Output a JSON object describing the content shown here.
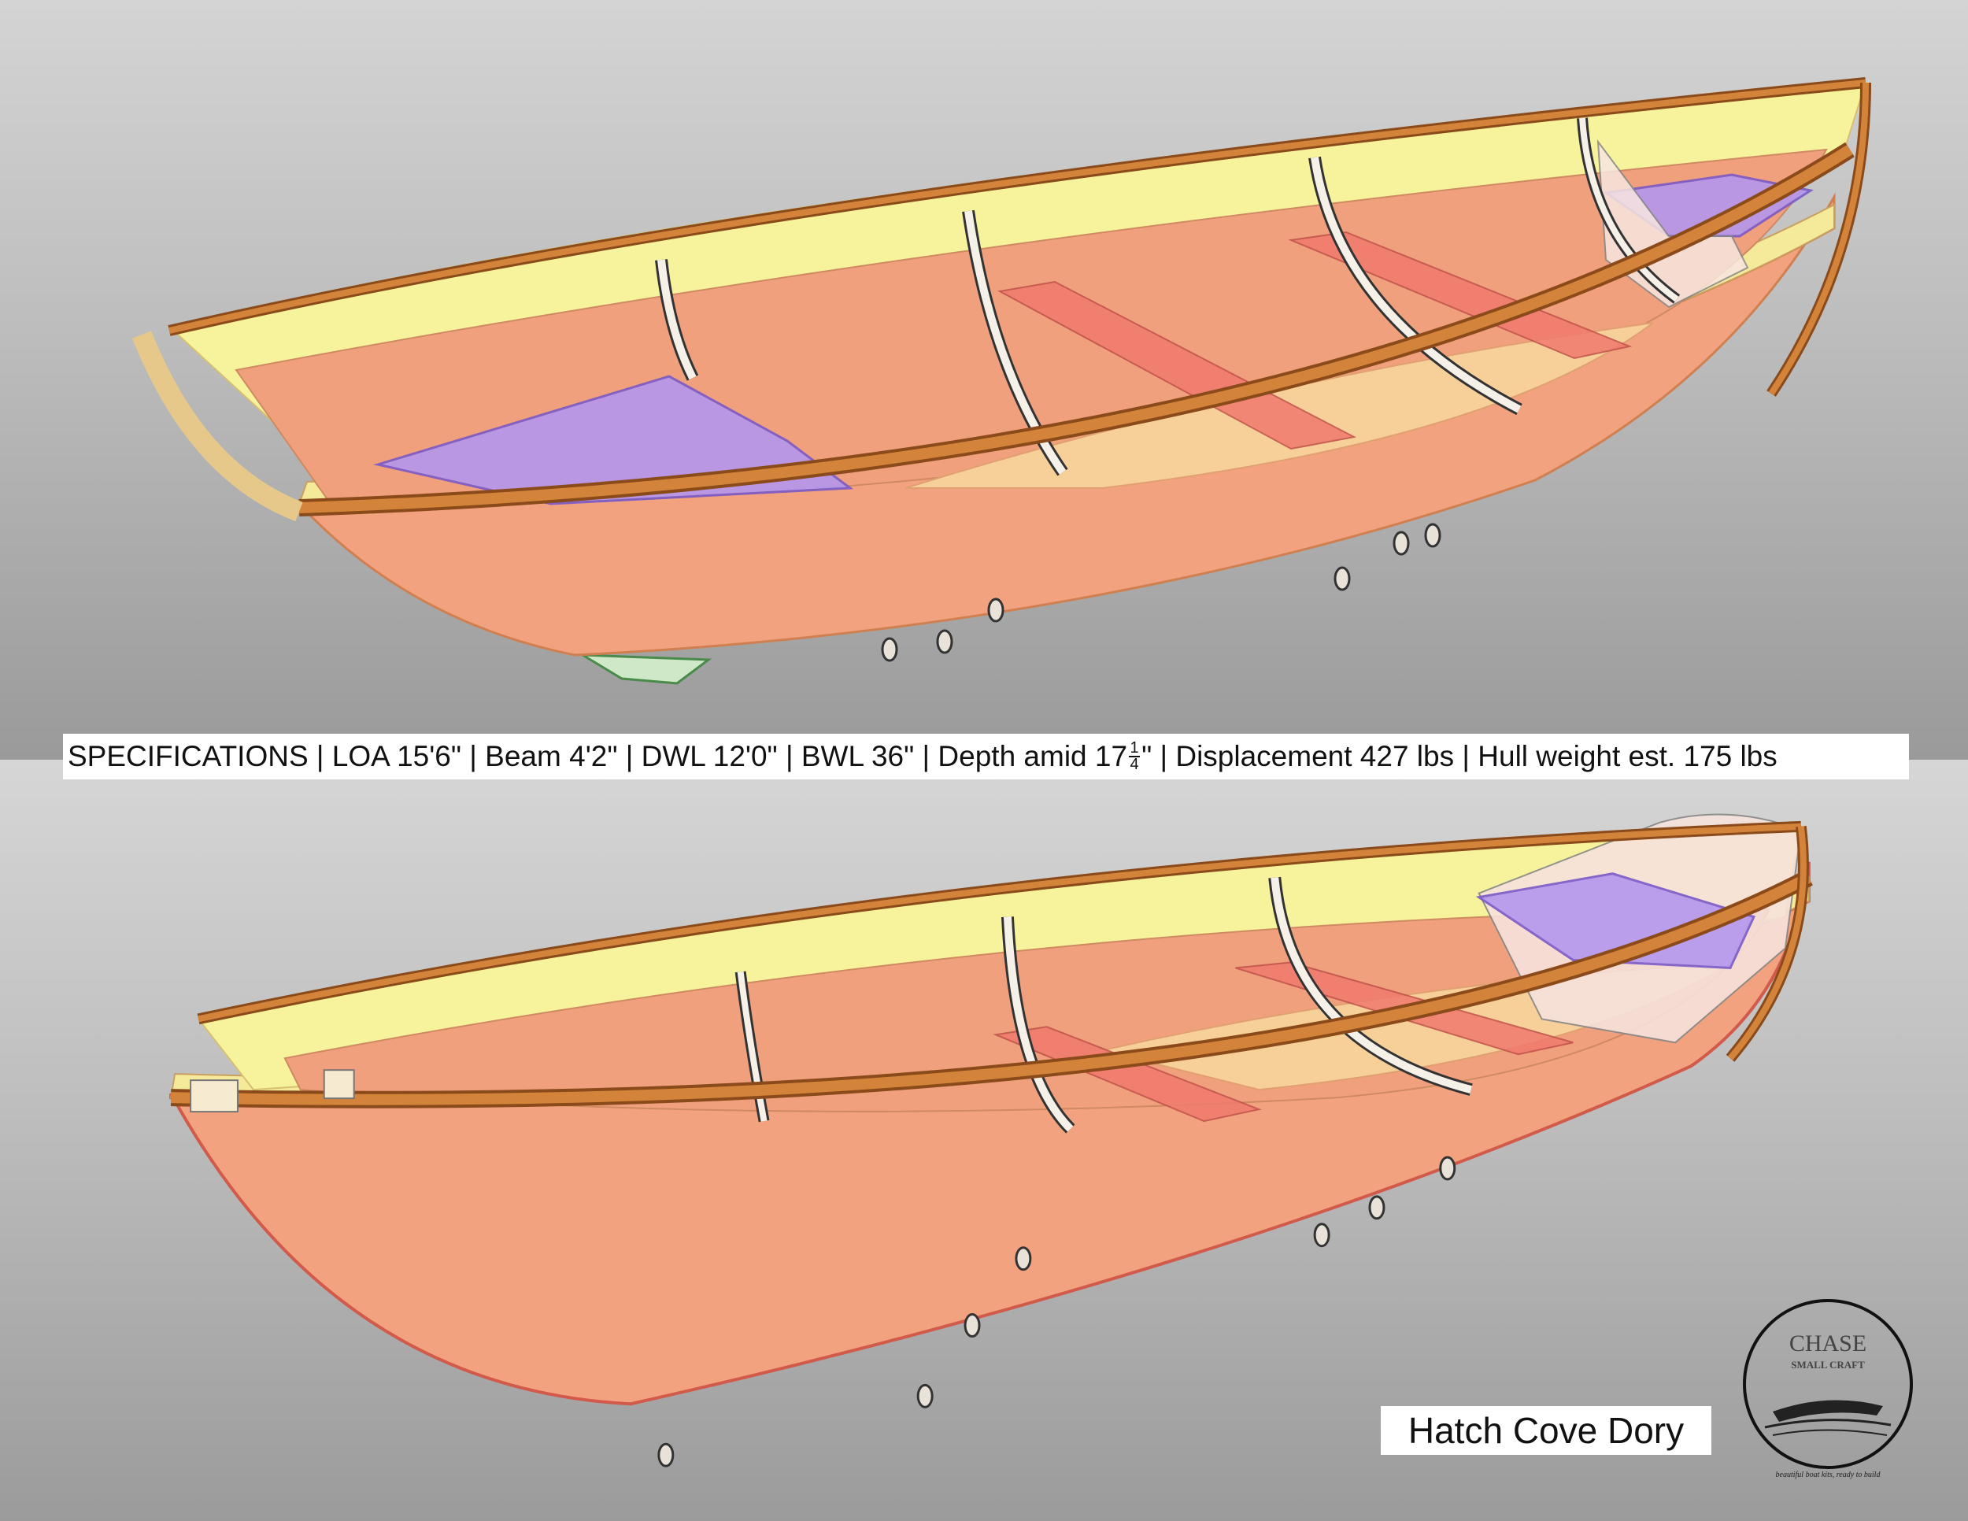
{
  "specs": {
    "prefix": "SPECIFICATIONS | LOA 15'6\" | Beam 4'2\" | DWL 12'0\" | BWL 36\" | Depth amid 17",
    "frac_num": "1",
    "frac_den": "4",
    "suffix": "\" | Displacement 427 lbs | Hull weight est. 175 lbs"
  },
  "title": "Hatch Cove Dory",
  "logo": {
    "name": "CHASE",
    "subtitle": "SMALL CRAFT",
    "tagline": "beautiful boat kits, ready to build"
  },
  "colors": {
    "hull_salmon": "#f2a27e",
    "hull_yellow": "#f7ef9c",
    "gunwale": "#c7752e",
    "seat": "#b497ee",
    "thwart": "#f07a6e",
    "frame": "#f5f0e8"
  }
}
